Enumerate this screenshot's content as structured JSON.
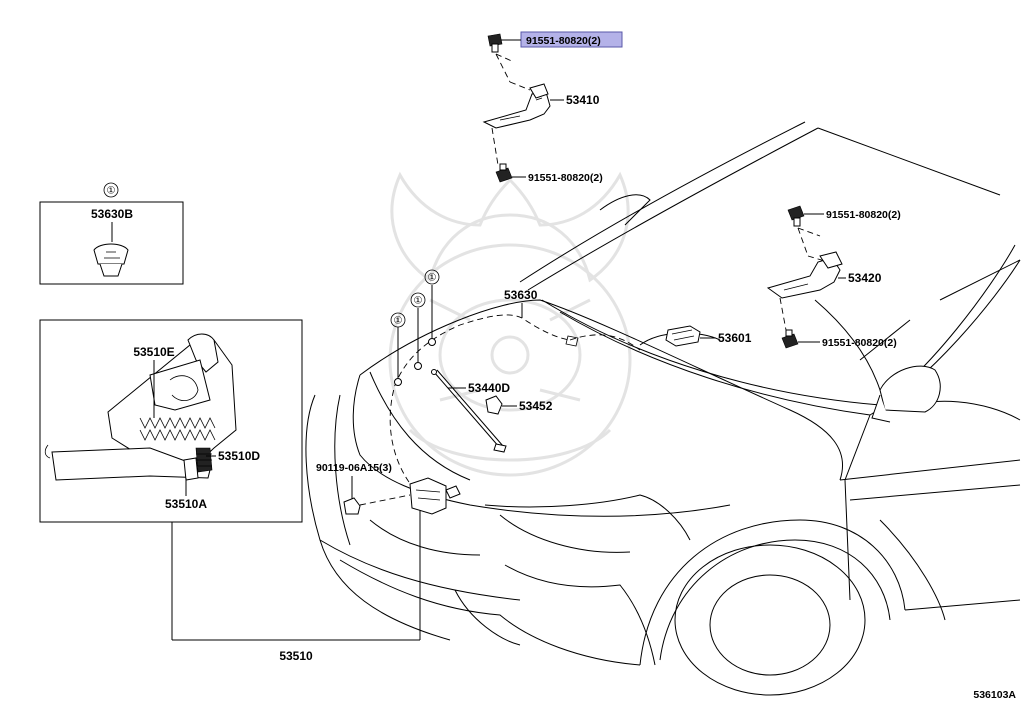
{
  "diagram": {
    "labels": {
      "p53630b": "53630B",
      "p53510e": "53510E",
      "p53510d": "53510D",
      "p53510a": "53510A",
      "p53510": "53510",
      "p53630": "53630",
      "p53440d": "53440D",
      "p53452": "53452",
      "p90119": "90119-06A15(3)",
      "p53410": "53410",
      "p53420": "53420",
      "p53601": "53601",
      "bolt_top": "91551-80820(2)",
      "bolt_left_lower": "91551-80820(2)",
      "bolt_right_upper": "91551-80820(2)",
      "bolt_right_lower": "91551-80820(2)"
    },
    "clip_marker": "①",
    "reference_code": "536103A"
  }
}
